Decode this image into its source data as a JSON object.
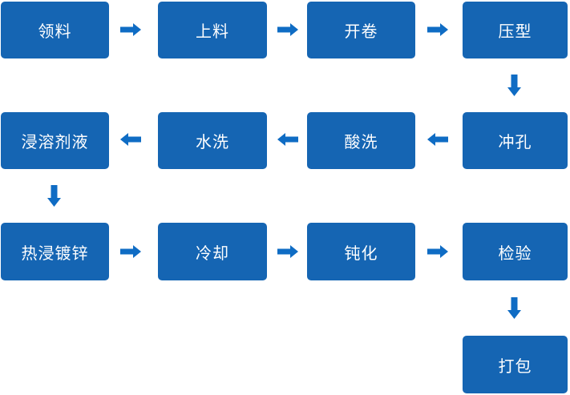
{
  "diagram": {
    "type": "flowchart",
    "colors": {
      "box": "#1565b3",
      "arrow": "#0f6cc4",
      "text": "#ffffff",
      "background": "#ffffff"
    },
    "nodes": [
      {
        "label": "领料"
      },
      {
        "label": "上料"
      },
      {
        "label": "开卷"
      },
      {
        "label": "压型"
      },
      {
        "label": "冲孔"
      },
      {
        "label": "酸洗"
      },
      {
        "label": "水洗"
      },
      {
        "label": "浸溶剂液"
      },
      {
        "label": "热浸镀锌"
      },
      {
        "label": "冷却"
      },
      {
        "label": "钝化"
      },
      {
        "label": "检验"
      },
      {
        "label": "打包"
      }
    ],
    "flow_sequence": [
      "领料",
      "上料",
      "开卷",
      "压型",
      "冲孔",
      "酸洗",
      "水洗",
      "浸溶剂液",
      "热浸镀锌",
      "冷却",
      "钝化",
      "检验",
      "打包"
    ]
  }
}
